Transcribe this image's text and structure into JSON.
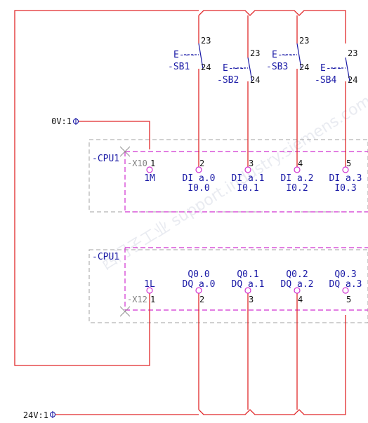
{
  "rails": {
    "zero_volt": "0V:1",
    "supply_24v": "24V:1"
  },
  "switches": [
    {
      "prefix": "E---",
      "tag": "-SB1",
      "pin_top": "23",
      "pin_bottom": "24"
    },
    {
      "prefix": "E---",
      "tag": "-SB2",
      "pin_top": "23",
      "pin_bottom": "24"
    },
    {
      "prefix": "E---",
      "tag": "-SB3",
      "pin_top": "23",
      "pin_bottom": "24"
    },
    {
      "prefix": "E---",
      "tag": "-SB4",
      "pin_top": "23",
      "pin_bottom": "24"
    }
  ],
  "input_module": {
    "device": "-CPU1",
    "connector": "-X10",
    "common": {
      "pin": "1",
      "label": "1M"
    },
    "channels": [
      {
        "pin": "2",
        "function": "DI a.0",
        "address": "I0.0"
      },
      {
        "pin": "3",
        "function": "DI a.1",
        "address": "I0.1"
      },
      {
        "pin": "4",
        "function": "DI a.2",
        "address": "I0.2"
      },
      {
        "pin": "5",
        "function": "DI a.3",
        "address": "I0.3"
      }
    ]
  },
  "output_module": {
    "device": "-CPU1",
    "connector": "-X12",
    "common": {
      "pin": "1",
      "label": "1L"
    },
    "channels": [
      {
        "pin": "2",
        "function": "DQ a.0",
        "address": "Q0.0"
      },
      {
        "pin": "3",
        "function": "DQ a.1",
        "address": "Q0.1"
      },
      {
        "pin": "4",
        "function": "DQ a.2",
        "address": "Q0.2"
      },
      {
        "pin": "5",
        "function": "DQ a.3",
        "address": "Q0.3"
      }
    ]
  },
  "watermark": "西门子工业 support.industry.siemens.com/cs",
  "colors": {
    "wire": "#e0282a",
    "label": "#1a1aa6",
    "bus": "#d030d0",
    "panel": "#a0a0a0"
  }
}
